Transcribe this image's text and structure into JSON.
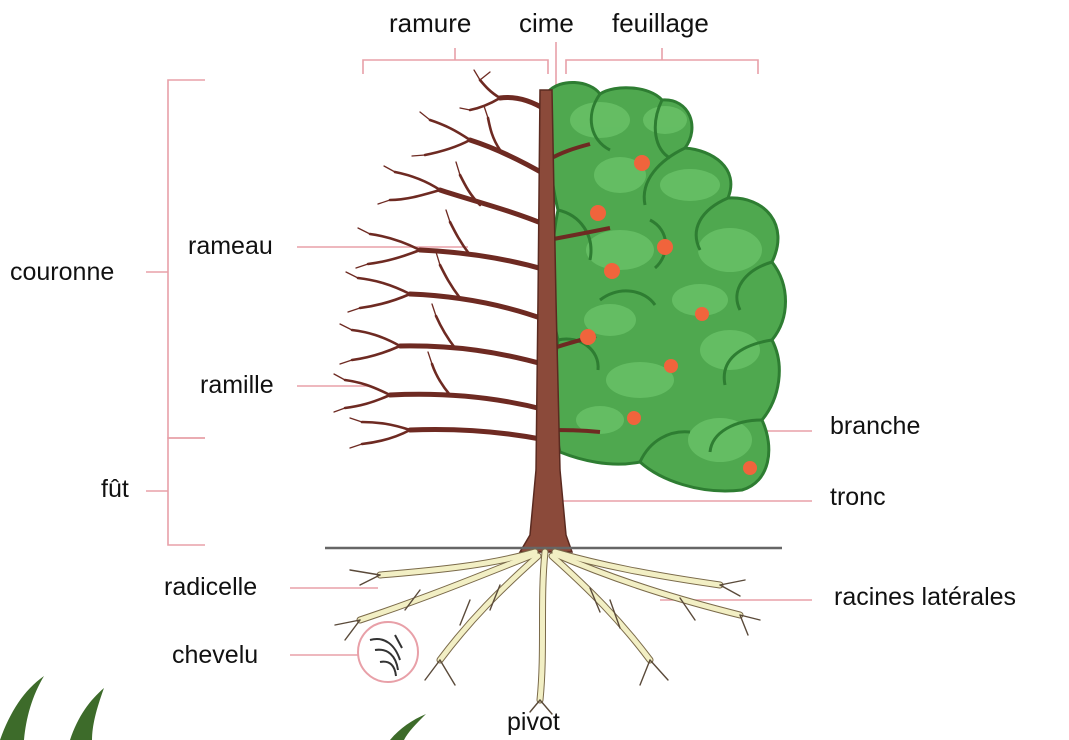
{
  "top_labels": {
    "ramure": "ramure",
    "cime": "cime",
    "feuillage": "feuillage"
  },
  "left_labels": {
    "couronne": "couronne",
    "rameau": "rameau",
    "ramille": "ramille",
    "fut": "fût",
    "radicelle": "radicelle",
    "chevelu": "chevelu"
  },
  "right_labels": {
    "branche": "branche",
    "tronc": "tronc",
    "racines_laterales": "racines latérales"
  },
  "bottom_labels": {
    "pivot": "pivot"
  },
  "colors": {
    "leader_line": "#e8a0a8",
    "trunk": "#8b4a3a",
    "branches": "#6e2a22",
    "foliage": "#4fa84f",
    "foliage_dark": "#2e7d32",
    "fruit": "#f0643c",
    "roots": "#f2efc4",
    "ground": "#666666",
    "grass": "#3d6b2a"
  }
}
